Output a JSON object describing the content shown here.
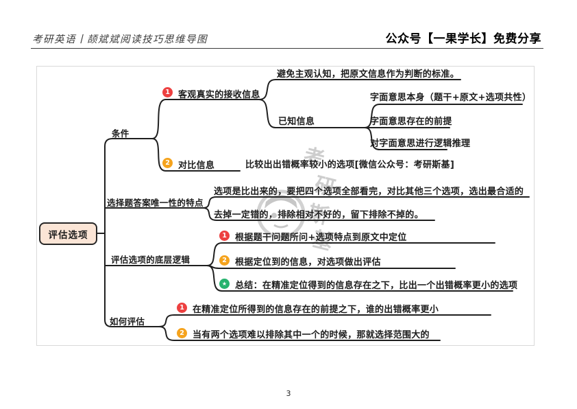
{
  "header": {
    "left_title": "考研英语丨颉斌斌阅读技巧思维导图",
    "right_title": "公众号【一果学长】免费分享"
  },
  "footer": {
    "page_number": "3"
  },
  "watermark": {
    "chars": [
      "考",
      "研",
      "斯",
      "基"
    ]
  },
  "colors": {
    "badge_red": "#ed4040",
    "badge_orange": "#f5a31d",
    "badge_green": "#27b36e",
    "root_fill": "#fbe5d6",
    "line": "#1f1f1f"
  },
  "mindmap": {
    "root_label": "评估选项",
    "branch_condition": {
      "label": "条件",
      "item1": {
        "badge": "1",
        "label": "客观真实的接收信息"
      },
      "item1_children": {
        "note": "避免主观认知，把原文信息作为判断的标准。",
        "known_info_label": "已知信息",
        "known_children": [
          "字面意思本身（题干+原文+选项共性）",
          "字面意思存在的前提",
          "对字面意思进行逻辑推理"
        ]
      },
      "item2": {
        "badge": "2",
        "label": "对比信息",
        "note": "比较出出错概率较小的选项[微信公众号：考研斯基]"
      }
    },
    "branch_unique": {
      "label": "选择题答案唯一性的特点",
      "lines": [
        "选项是比出来的，要把四个选项全部看完，对比其他三个选项，选出最合适的",
        "去掉一定错的，排除相对不好的，留下排除不掉的。"
      ]
    },
    "branch_logic": {
      "label": "评估选项的底层逻辑",
      "items": [
        {
          "badge": "1",
          "label": "根据题干问题所问+选项特点到原文中定位"
        },
        {
          "badge": "2",
          "label": "根据定位到的信息，对选项做出评估"
        },
        {
          "badge": "★",
          "label": "总结：在精准定位得到的信息存在之下，比出一个出错概率更小的选项"
        }
      ]
    },
    "branch_how": {
      "label": "如何评估",
      "items": [
        {
          "badge": "1",
          "label": "在精准定位所得到的信息存在的前提之下，谁的出错概率更小"
        },
        {
          "badge": "2",
          "label": "当有两个选项难以排除其中一个的时候，那就选择范围大的"
        }
      ]
    }
  }
}
